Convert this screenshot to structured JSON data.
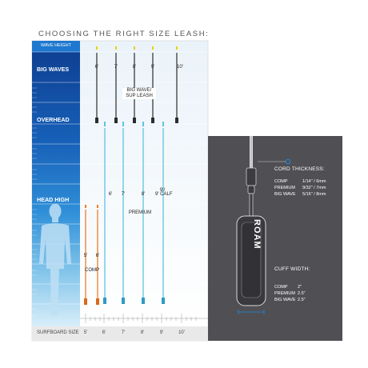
{
  "title": "CHOOSING THE RIGHT SIZE LEASH:",
  "y_axis": {
    "header": "WAVE HEIGHT",
    "labels": [
      "BIG WAVES",
      "OVERHEAD",
      "HEAD HIGH"
    ]
  },
  "x_axis": {
    "label": "SURFBOARD SIZE",
    "ticks": [
      "5'",
      "6'",
      "7'",
      "8'",
      "9'",
      "10'"
    ]
  },
  "big_wave_group": {
    "board_sizes": [
      "6'",
      "7'",
      "8'",
      "9'",
      "10'"
    ],
    "label_line1": "BIG WAVE/",
    "label_line2": "SUP LEASH"
  },
  "premium_group": {
    "board_sizes": [
      "6'",
      "7'",
      "8'",
      "9'/",
      "9' CALF"
    ],
    "label": "PREMIUM"
  },
  "comp_group": {
    "board_sizes": [
      "5'",
      "6'"
    ],
    "label": "COMP"
  },
  "detail_panel": {
    "brand": "ROAM",
    "cord_heading": "CORD THICKNESS:",
    "cord_rows": [
      {
        "name": "COMP",
        "value": "1/14\" / 6mm"
      },
      {
        "name": "PREMIUM",
        "value": "9/32\" / 7mm"
      },
      {
        "name": "BIG WAVE",
        "value": "5/16\" / 8mm"
      }
    ],
    "cuff_heading": "CUFF WIDTH:",
    "cuff_rows": [
      {
        "name": "COMP",
        "value": "2\""
      },
      {
        "name": "PREMIUM",
        "value": "2.5\""
      },
      {
        "name": "BIG WAVE",
        "value": "2.5\""
      }
    ]
  },
  "colors": {
    "big_wave": "#444444",
    "premium": "#5ec4e0",
    "comp": "#ef7d2b",
    "gradient_top": "#0d3c8e",
    "gradient_mid": "#2f8fd8",
    "gradient_bottom": "#d8eef9",
    "panel": "#505054",
    "accent": "#1e88e5"
  }
}
